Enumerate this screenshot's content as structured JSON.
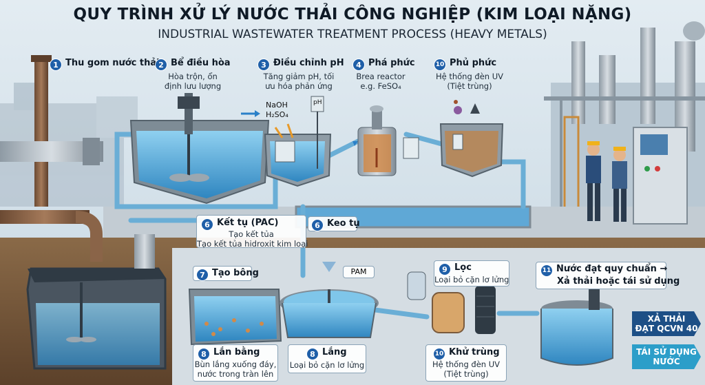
{
  "title": "QUY TRÌNH XỬ LÝ NƯỚC THẢI CÔNG NGHIỆP (KIM LOẠI NẶNG)",
  "subtitle": "INDUSTRIAL WASTEWATER TREATMENT PROCESS (HEAVY METALS)",
  "steps": {
    "s1": {
      "num": "1",
      "label": "Thu gom nước thải"
    },
    "s2": {
      "num": "2",
      "label": "Bể điều hòa",
      "desc1": "Hòa trộn, ổn",
      "desc2": "định lưu lượng"
    },
    "s3": {
      "num": "3",
      "label": "Điều chỉnh pH",
      "desc1": "Tăng giảm pH, tối",
      "desc2": "ưu hóa phản ứng"
    },
    "s4": {
      "num": "4",
      "label": "Phá phức",
      "desc1": "Brea reactor",
      "desc2": "e.g. FeSO₄"
    },
    "s10a": {
      "num": "10",
      "label": "Phủ phức",
      "desc1": "Hệ thống đèn UV",
      "desc2": "(Tiệt trùng)"
    },
    "s6a": {
      "num": "6",
      "label": "Kết tụ (PAC)",
      "desc1": "Tạo kết tủa",
      "desc2": "Tạo kết tủa hidroxit kim loại"
    },
    "s6b": {
      "num": "6",
      "label": "Keo tụ"
    },
    "s7": {
      "num": "7",
      "label": "Tạo bông"
    },
    "s8a": {
      "num": "8",
      "label": "Lắn bằng",
      "desc1": "Bùn lắng xuống đáy,",
      "desc2": "nước trong tràn lên"
    },
    "s8b": {
      "num": "8",
      "label": "Lắng",
      "desc1": "Loại bỏ cặn lơ lửng"
    },
    "s9": {
      "num": "9",
      "label": "Lọc",
      "desc1": "Loại bỏ cặn lơ lửng"
    },
    "s10b": {
      "num": "10",
      "label": "Khử trùng",
      "desc1": "Hệ thống đèn UV",
      "desc2": "(Tiệt trùng)"
    },
    "s11": {
      "num": "11",
      "label1": "Nước đạt quy chuẩn →",
      "label2": "Xả thải hoặc tái sử dụng"
    }
  },
  "chemicals": {
    "naoh": "NaOH",
    "h2so4": "H₂SO₄",
    "pam": "PAM",
    "ph": "pH"
  },
  "outputs": {
    "discharge1": "XẢ THẢI",
    "discharge2": "ĐẠT QCVN 40",
    "reuse1": "TÁI SỬ DỤNG",
    "reuse2": "NƯỚC"
  },
  "colors": {
    "water": "#5fb4e0",
    "pipe": "#6aaed6",
    "badge": "#1f5fa8",
    "discharge": "#1d4f86",
    "reuse": "#2c9ec9",
    "ground": "#7a5a3c"
  }
}
